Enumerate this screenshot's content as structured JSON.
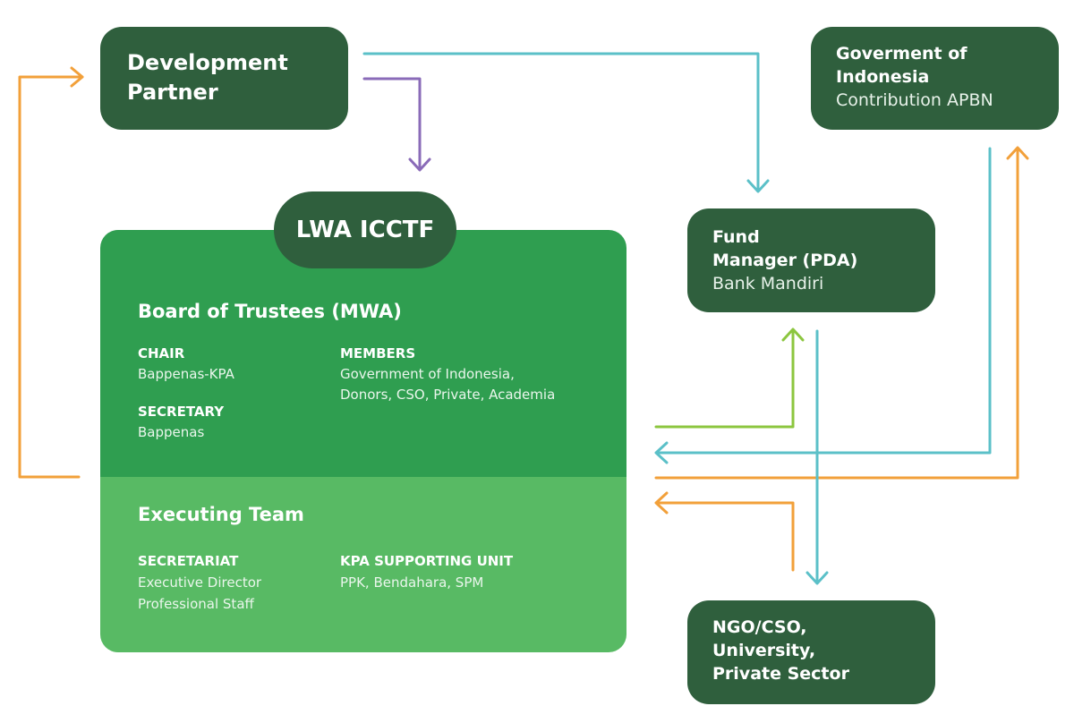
{
  "development_partner": {
    "title": "Development Partner"
  },
  "government": {
    "title_line1": "Goverment of",
    "title_line2": "Indonesia",
    "subtitle": "Contribution APBN"
  },
  "fund_manager": {
    "title_line1": "Fund",
    "title_line2": "Manager (PDA)",
    "subtitle": "Bank Mandiri"
  },
  "beneficiaries": {
    "line1": "NGO/CSO,",
    "line2": "University,",
    "line3": "Private Sector"
  },
  "lwa": {
    "tab_label": "LWA ICCTF",
    "board": {
      "title": "Board of Trustees (MWA)",
      "chair_label": "CHAIR",
      "chair_value": "Bappenas-KPA",
      "secretary_label": "SECRETARY",
      "secretary_value": "Bappenas",
      "members_label": "MEMBERS",
      "members_line1": "Government of Indonesia,",
      "members_line2": "Donors, CSO, Private, Academia"
    },
    "executing": {
      "title": "Executing Team",
      "secretariat_label": "SECRETARIAT",
      "secretariat_line1": "Executive Director",
      "secretariat_line2": "Professional Staff",
      "kpa_label": "KPA SUPPORTING UNIT",
      "kpa_value": "PPK, Bendahara, SPM"
    }
  },
  "colors": {
    "dark_green": "#2f5f3d",
    "board_green": "#2f9e50",
    "exec_green": "#58ba64",
    "arrow_teal": "#5bc0c8",
    "arrow_orange": "#f2a03a",
    "arrow_purple": "#8a6bb8",
    "arrow_lime": "#8cc63f"
  }
}
